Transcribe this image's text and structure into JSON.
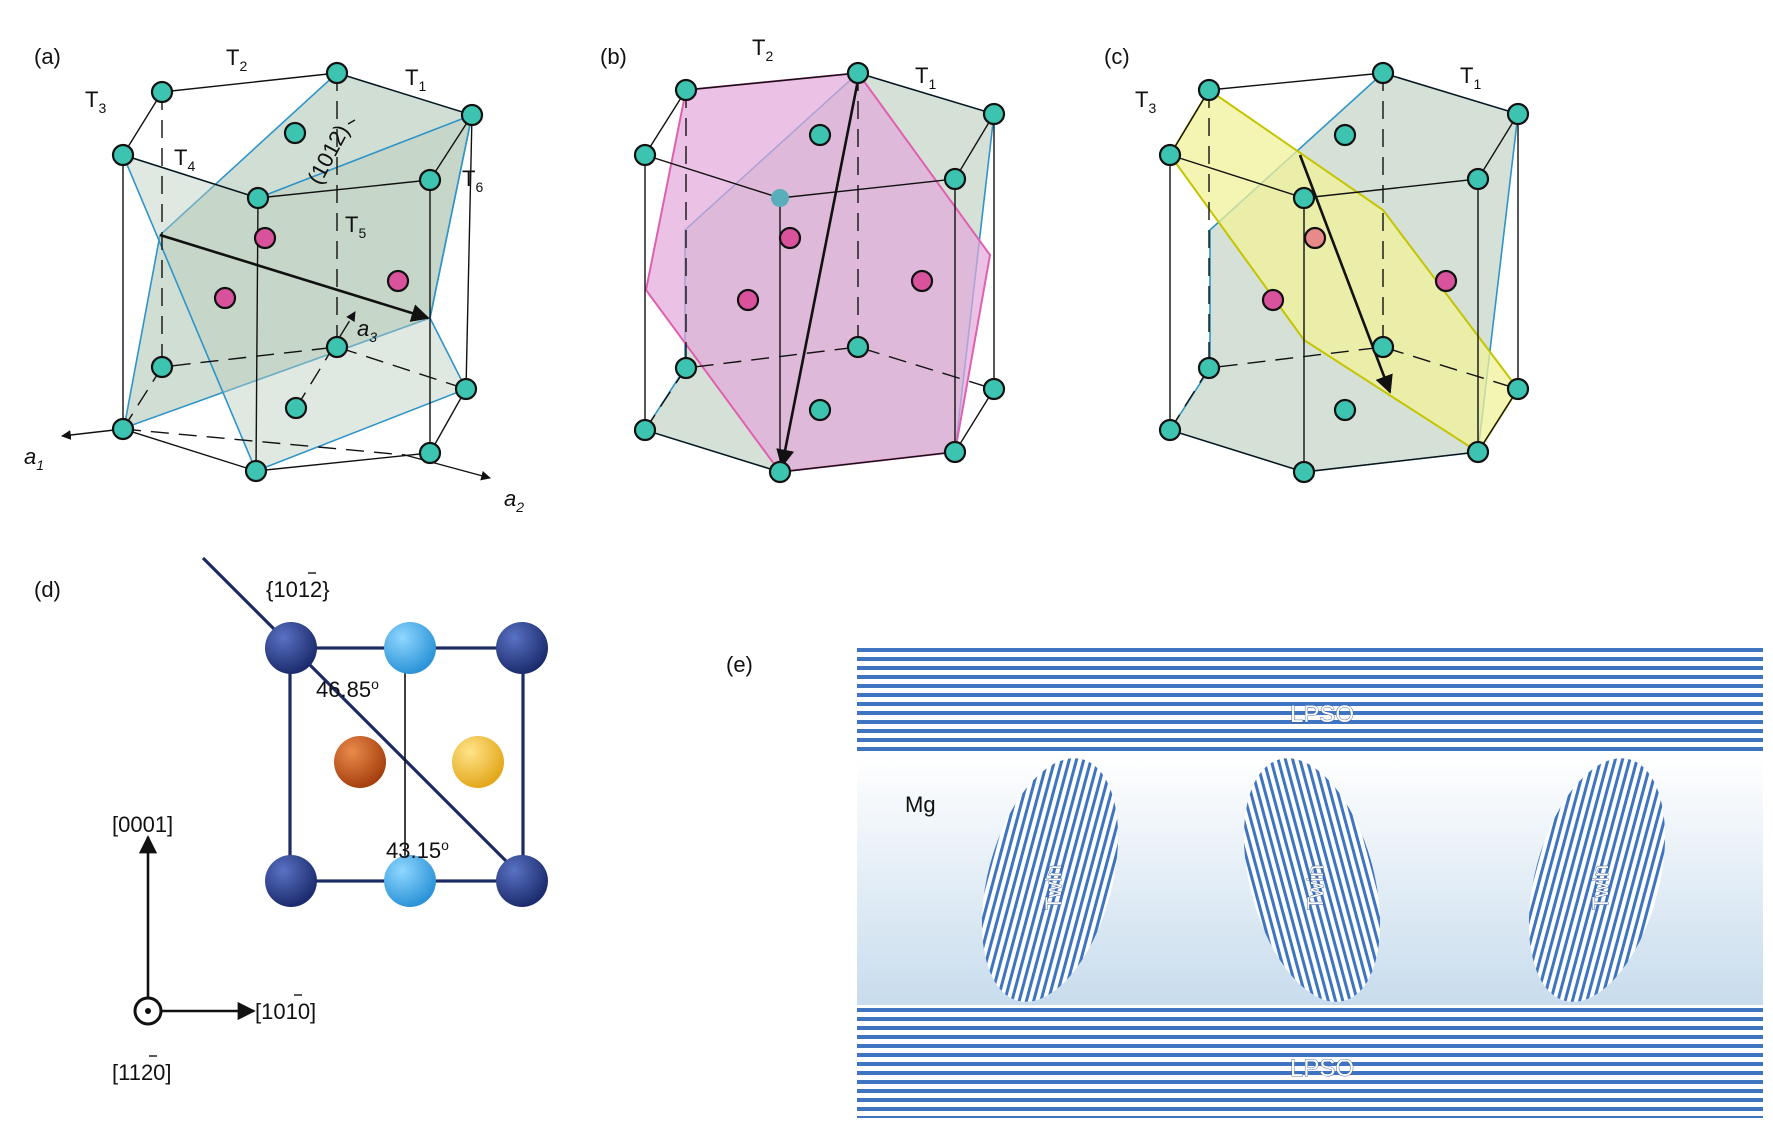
{
  "panels": {
    "a": {
      "label": "(a)",
      "t1": "T",
      "t1_sub": "1",
      "t2": "T",
      "t2_sub": "2",
      "t3": "T",
      "t3_sub": "3",
      "t4": "T",
      "t4_sub": "4",
      "t5": "T",
      "t5_sub": "5",
      "t6": "T",
      "t6_sub": "6",
      "plane": "(1012)",
      "axis_a1": "a",
      "axis_a1_sub": "1",
      "axis_a2": "a",
      "axis_a2_sub": "2",
      "axis_a3": "a",
      "axis_a3_sub": "3"
    },
    "b": {
      "label": "(b)",
      "t1": "T",
      "t1_sub": "1",
      "t2": "T",
      "t2_sub": "2"
    },
    "c": {
      "label": "(c)",
      "t1": "T",
      "t1_sub": "1",
      "t3": "T",
      "t3_sub": "3"
    },
    "d": {
      "label": "(d)",
      "plane": "{1012}",
      "angle_top": "46.85",
      "angle_bottom": "43.15",
      "dir_up": "[0001]",
      "dir_right": "[1010]",
      "dir_out": "[1120]"
    },
    "e": {
      "label": "(e)",
      "lpso_top": "LPSO",
      "lpso_bottom": "LPSO",
      "matrix": "Mg",
      "twin_1": "Twin",
      "twin_2": "Twin",
      "twin_3": "Twin"
    }
  },
  "colors": {
    "atom_corner": "#3cc4b0",
    "atom_inner": "#d9529c",
    "plane_green": "#b9cdbd",
    "plane_blue_edge": "#2f94c8",
    "plane_pink": "#e2a8dc",
    "plane_pink_edge": "#e060b0",
    "plane_yellow": "#f1f29a",
    "plane_yellow_edge": "#c4c400",
    "navy_atom": "#2a3f8e",
    "light_blue_atom": "#3ea9e3",
    "orange_atom": "#c6521a",
    "gold_atom": "#f2c23c",
    "lpso_stripe": "#3e74c2"
  }
}
